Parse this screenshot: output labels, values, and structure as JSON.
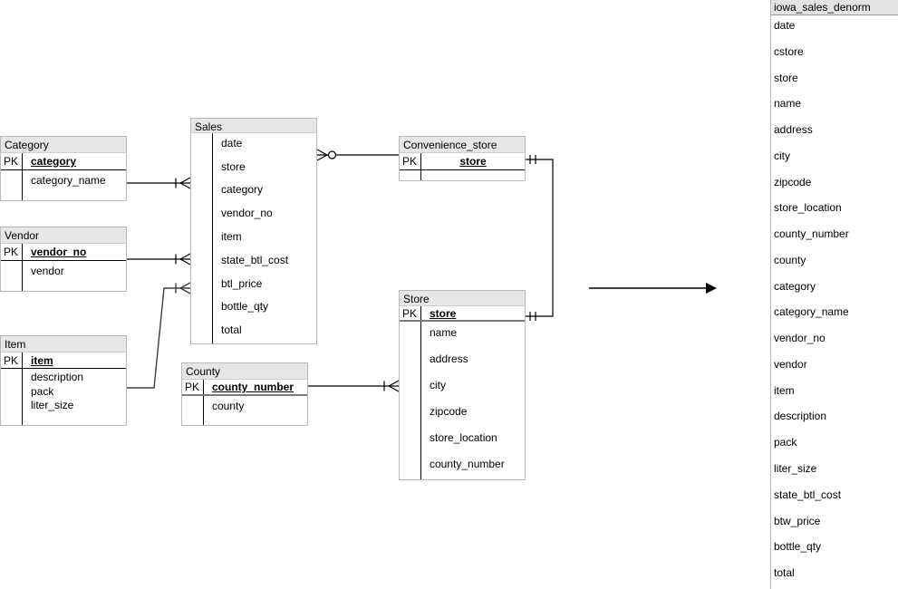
{
  "labels": {
    "pk": "PK"
  },
  "colors": {
    "header_fill": "#e6e6e6",
    "table_border": "#b9b9b9",
    "line": "#000000",
    "background": "#ffffff"
  },
  "tables": {
    "category": {
      "title": "Category",
      "pk": "category",
      "fields": [
        "category_name"
      ]
    },
    "vendor": {
      "title": "Vendor",
      "pk": "vendor_no",
      "fields": [
        "vendor"
      ]
    },
    "item": {
      "title": "Item",
      "pk": "item",
      "fields": [
        "description",
        "pack",
        "liter_size"
      ]
    },
    "sales": {
      "title": "Sales",
      "fields": [
        "date",
        "store",
        "category",
        "vendor_no",
        "item",
        "state_btl_cost",
        "btl_price",
        "bottle_qty",
        "total"
      ]
    },
    "convenience_store": {
      "title": "Convenience_store",
      "pk": "store",
      "fields": []
    },
    "store": {
      "title": "Store",
      "pk": "store",
      "fields": [
        "name",
        "address",
        "city",
        "zipcode",
        "store_location",
        "county_number"
      ]
    },
    "county": {
      "title": "County",
      "pk": "county_number",
      "fields": [
        "county"
      ]
    }
  },
  "denorm": {
    "title": "iowa_sales_denorm",
    "fields": [
      "date",
      "cstore",
      "store",
      "name",
      "address",
      "city",
      "zipcode",
      "store_location",
      "county_number",
      "county",
      "category",
      "category_name",
      "vendor_no",
      "vendor",
      "item",
      "description",
      "pack",
      "liter_size",
      "state_btl_cost",
      "btw_price",
      "bottle_qty",
      "total"
    ]
  },
  "relationships": [
    {
      "from": "Category",
      "to": "Sales",
      "cardinality_at_sales": "one-and-many (tick + crow's foot)"
    },
    {
      "from": "Vendor",
      "to": "Sales",
      "cardinality_at_sales": "one-and-many (tick + crow's foot)"
    },
    {
      "from": "Item",
      "to": "Sales",
      "cardinality_at_sales": "one-and-many (tick + crow's foot)"
    },
    {
      "from": "Convenience_store",
      "to": "Sales",
      "cardinality_at_sales": "zero-or-many (crow's foot + circle)"
    },
    {
      "from": "Convenience_store",
      "to": "Store",
      "cardinality": "one-to-one (double ticks both ends)"
    },
    {
      "from": "County",
      "to": "Store",
      "cardinality_at_store": "one-and-many (tick + crow's foot)"
    },
    {
      "from": "diagram",
      "to": "iowa_sales_denorm",
      "type": "plain arrow"
    }
  ]
}
